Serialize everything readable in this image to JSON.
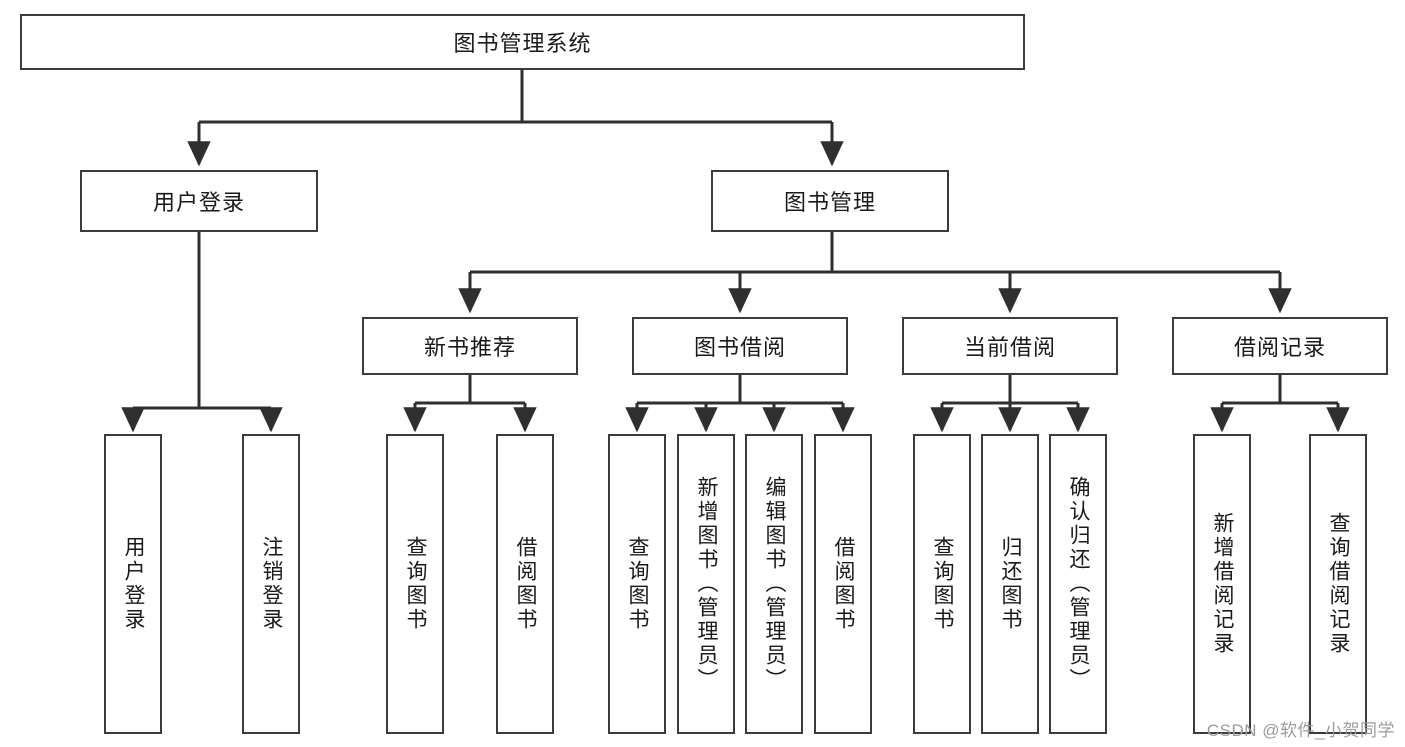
{
  "diagram": {
    "title_node": {
      "label": "图书管理系统"
    },
    "level2": [
      {
        "id": "user-login",
        "label": "用户登录"
      },
      {
        "id": "book-manage",
        "label": "图书管理"
      }
    ],
    "level3": [
      {
        "id": "new-book-rec",
        "label": "新书推荐"
      },
      {
        "id": "book-borrow",
        "label": "图书借阅"
      },
      {
        "id": "current-borrow",
        "label": "当前借阅"
      },
      {
        "id": "borrow-record",
        "label": "借阅记录"
      }
    ],
    "leaves": {
      "user_login": [
        {
          "id": "leaf-user-login",
          "label": "用户登录"
        },
        {
          "id": "leaf-logout-login",
          "label": "注销登录"
        }
      ],
      "new_book_rec": [
        {
          "id": "leaf-query-book-1",
          "label": "查询图书"
        },
        {
          "id": "leaf-borrow-book-1",
          "label": "借阅图书"
        }
      ],
      "book_borrow": [
        {
          "id": "leaf-query-book-2",
          "label": "查询图书"
        },
        {
          "id": "leaf-add-book",
          "label": "新增图书（管理员）"
        },
        {
          "id": "leaf-edit-book",
          "label": "编辑图书（管理员）"
        },
        {
          "id": "leaf-borrow-book-2",
          "label": "借阅图书"
        }
      ],
      "current_borrow": [
        {
          "id": "leaf-query-book-3",
          "label": "查询图书"
        },
        {
          "id": "leaf-return-book",
          "label": "归还图书"
        },
        {
          "id": "leaf-confirm-return",
          "label": "确认归还（管理员）"
        }
      ],
      "borrow_record": [
        {
          "id": "leaf-add-record",
          "label": "新增借阅记录"
        },
        {
          "id": "leaf-query-record",
          "label": "查询借阅记录"
        }
      ]
    },
    "colors": {
      "border": "#3b3b3b",
      "text": "#1a1a1a",
      "background": "#ffffff",
      "watermark": "#9b9b9b"
    }
  },
  "watermark": {
    "text": "CSDN @软件_小贺同学"
  }
}
